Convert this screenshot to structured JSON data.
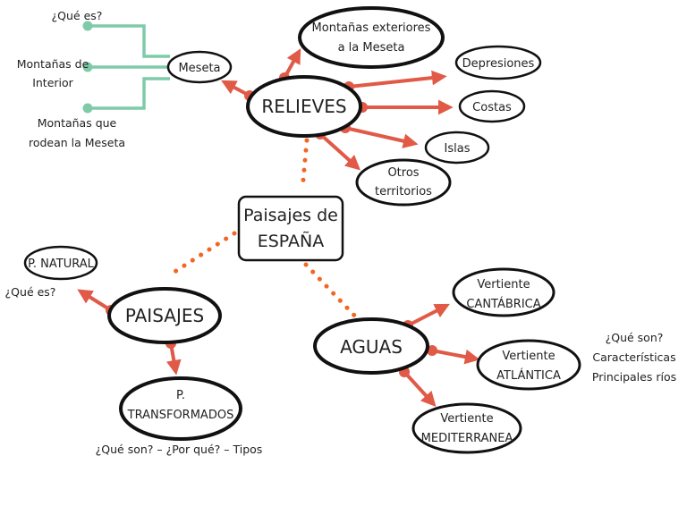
{
  "title": "Paisajes de ESPAÑA",
  "colors": {
    "arrow": "#e05a47",
    "dotted": "#f26522",
    "meseta_lines": "#7fcba9",
    "outline": "#111111"
  },
  "central": {
    "line1": "Paisajes de",
    "line2": "ESPAÑA"
  },
  "relieves": {
    "label": "RELIEVES",
    "meseta": {
      "label": "Meseta",
      "subtopics": [
        "¿Qué es?",
        "Montañas de",
        "Interior",
        "Montañas que",
        "rodean la Meseta"
      ]
    },
    "montanas_exteriores": {
      "line1": "Montañas exteriores",
      "line2": "a la Meseta"
    },
    "depresiones": "Depresiones",
    "costas": "Costas",
    "islas": "Islas",
    "otros": {
      "line1": "Otros",
      "line2": "territorios"
    }
  },
  "paisajes": {
    "label": "PAISAJES",
    "natural": {
      "label": "P. NATURAL",
      "note": "¿Qué es?"
    },
    "transformados": {
      "line1": "P.",
      "line2": "TRANSFORMADOS",
      "note": "¿Qué son? – ¿Por qué? – Tipos"
    }
  },
  "aguas": {
    "label": "AGUAS",
    "cantabrica": {
      "line1": "Vertiente",
      "line2": "CANTÁBRICA"
    },
    "atlantica": {
      "line1": "Vertiente",
      "line2": "ATLÁNTICA"
    },
    "mediterranea": {
      "line1": "Vertiente",
      "line2": "MEDITERRANEA"
    },
    "notes": [
      "¿Qué son?",
      "Características",
      "Principales ríos"
    ]
  }
}
